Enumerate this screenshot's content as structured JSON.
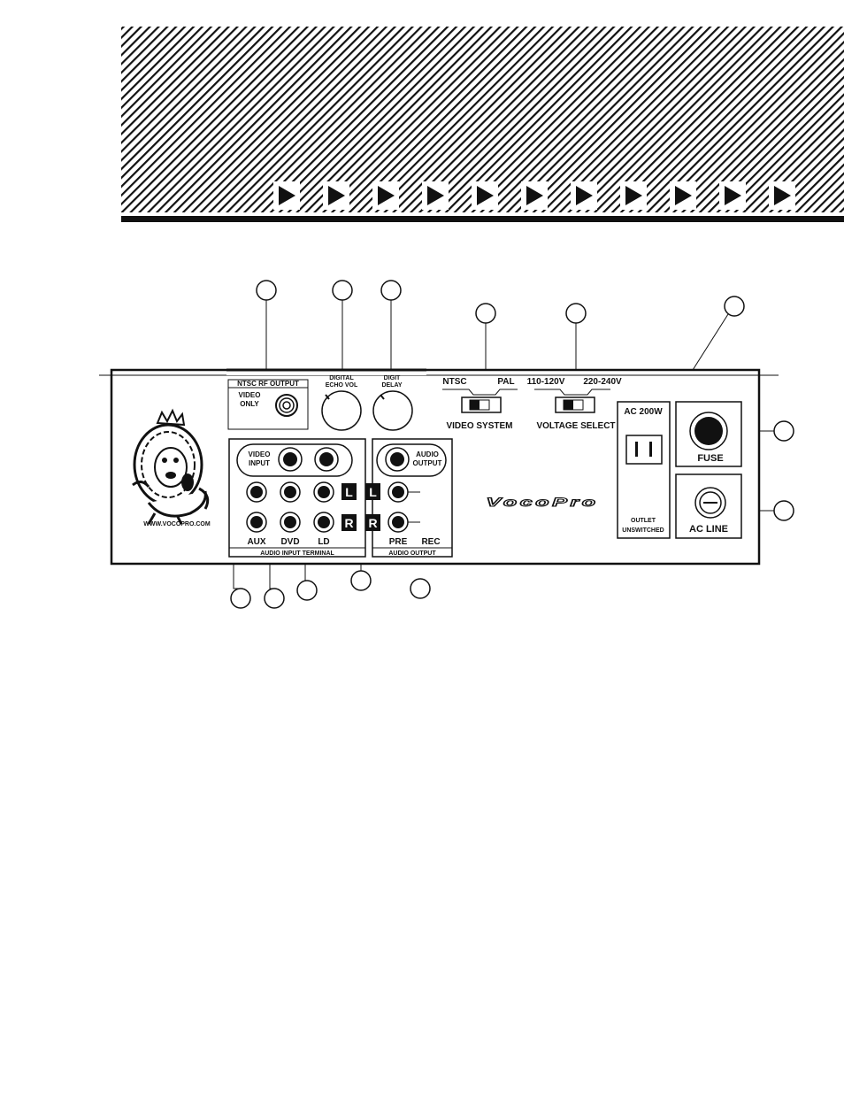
{
  "header": {
    "arrow_count": 11
  },
  "panel": {
    "rf_output_title": "NTSC RF OUTPUT",
    "rf_video_line1": "VIDEO",
    "rf_video_line2": "ONLY",
    "echo_vol_line1": "DIGITAL",
    "echo_vol_line2": "ECHO VOL",
    "delay_line1": "DIGIT",
    "delay_line2": "DELAY",
    "ntsc": "NTSC",
    "pal": "PAL",
    "video_system": "VIDEO SYSTEM",
    "v110": "110-120V",
    "v220": "220-240V",
    "voltage_select": "VOLTAGE SELECT",
    "ac_200w": "AC 200W",
    "outlet": "OUTLET",
    "unswitched": "UNSWITCHED",
    "fuse": "FUSE",
    "ac_line": "AC LINE",
    "video_input_line1": "VIDEO",
    "video_input_line2": "INPUT",
    "audio_output_line1": "AUDIO",
    "audio_output_line2": "OUTPUT",
    "left": "L",
    "right": "R",
    "aux": "AUX",
    "dvd": "DVD",
    "ld": "LD",
    "pre": "PRE",
    "rec": "REC",
    "audio_input_terminal": "AUDIO INPUT TERMINAL",
    "audio_output_footer": "AUDIO OUTPUT",
    "website": "WWW.VOCOPRO.COM",
    "brand": "VocoPro"
  },
  "colors": {
    "ink": "#111111",
    "paper": "#ffffff"
  }
}
